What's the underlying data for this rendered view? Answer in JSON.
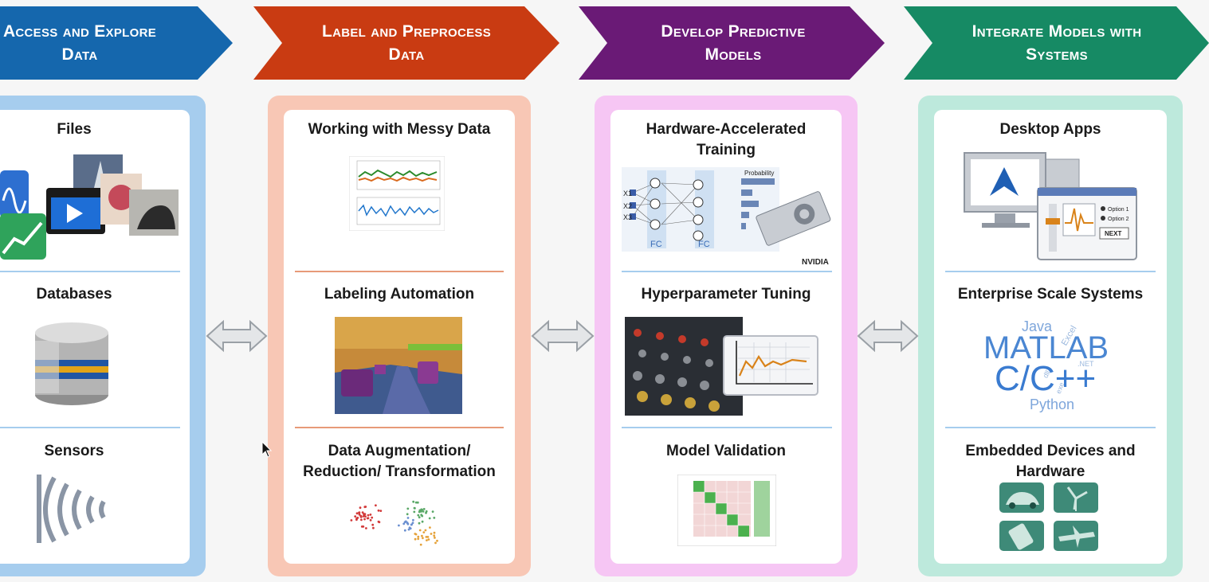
{
  "stages": [
    {
      "title": "Access and Explore\nData",
      "color": "#1567ad"
    },
    {
      "title": "Label and Preprocess\nData",
      "color": "#c93b12"
    },
    {
      "title": "Develop Predictive\nModels",
      "color": "#6a1a76"
    },
    {
      "title": "Integrate Models with\nSystems",
      "color": "#168a64"
    }
  ],
  "columns": [
    {
      "sections": [
        "Files",
        "Databases",
        "Sensors"
      ],
      "border": "#a6cdee",
      "divider": "#a6cdee"
    },
    {
      "sections": [
        "Working with Messy Data",
        "Labeling Automation",
        "Data Augmentation/\nReduction/ Transformation"
      ],
      "border": "#f8c7b5",
      "divider": "#e79a78"
    },
    {
      "sections": [
        "Hardware-Accelerated\nTraining",
        "Hyperparameter Tuning",
        "Model Validation"
      ],
      "border": "#f6c6f4",
      "divider": "#a6cdee"
    },
    {
      "sections": [
        "Desktop Apps",
        "Enterprise Scale Systems",
        "Embedded Devices and\nHardware"
      ],
      "border": "#bde9dc",
      "divider": "#a6cdee"
    }
  ],
  "network": {
    "inputs": [
      "X1",
      "X2",
      "X3"
    ],
    "fc": "FC",
    "probability": "Probability",
    "vendor": "NVIDIA"
  },
  "desktop_app": {
    "option1": "Option 1",
    "option2": "Option 2",
    "next": "NEXT"
  },
  "languages": [
    "Java",
    "Excel",
    "MATLAB",
    ".NET",
    "C/C++",
    "dll",
    "exe",
    "Python"
  ]
}
